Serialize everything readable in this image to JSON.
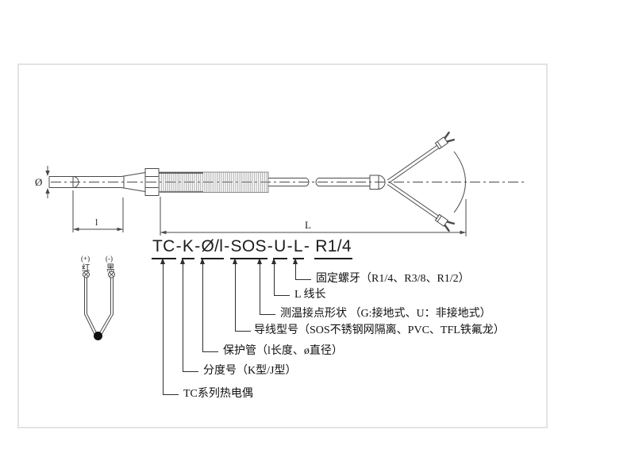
{
  "schematic": {
    "diameter_symbol": "Ø",
    "probe_length_label": "l",
    "lead_length_label": "L",
    "polarity": {
      "positive_sign": "(+)",
      "positive_wire": "红",
      "negative_sign": "(-)",
      "negative_wire": "黑"
    }
  },
  "order_code": {
    "separators": [
      "-",
      "-",
      "-",
      "-",
      "-",
      "- "
    ],
    "segments": [
      {
        "token": "TC",
        "label": "TC系列热电偶"
      },
      {
        "token": "K",
        "label": "分度号（K型/J型）"
      },
      {
        "token": "Ø/l",
        "label": "保护管（l长度、ø直径）"
      },
      {
        "token": "SOS",
        "label": "导线型号（SOS不锈钢网隔离、PVC、TFL铁氟龙）"
      },
      {
        "token": "U",
        "label": "测温接点形状 （G:接地式、U：非接地式）"
      },
      {
        "token": "L",
        "label": "L 线长"
      },
      {
        "token": "R1/4",
        "label": "固定螺牙（R1/4、R3/8、R1/2）"
      }
    ]
  },
  "colors": {
    "line": "#4a4a4a",
    "text": "#1a1a1a",
    "frame_border": "#e3e3e3",
    "junction_fill": "#111111"
  }
}
